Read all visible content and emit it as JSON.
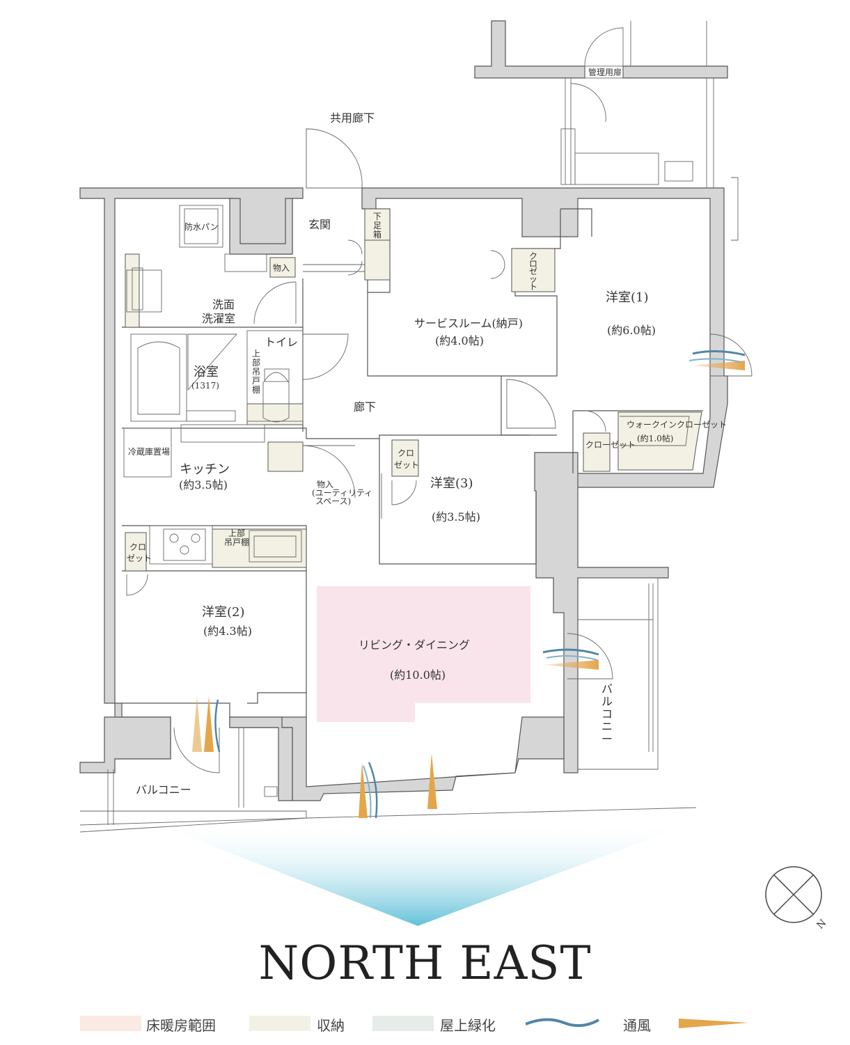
{
  "rooms": {
    "common_corridor": "共用廊下",
    "management_room": "管理用扉",
    "entrance": "玄関",
    "shoe_box": [
      "下",
      "足",
      "箱"
    ],
    "service_room": "サービスルーム(納戸)",
    "service_room_area": "(約4.0帖)",
    "closet_vertical": [
      "ク",
      "ロ",
      "ゼ",
      "ッ",
      "ト"
    ],
    "western1": "洋室(1)",
    "western1_area": "(約6.0帖)",
    "waterproof_pan": "防水パン",
    "storage_small": "物入",
    "washroom_line1": "洗面",
    "washroom_line2": "洗濯室",
    "toilet": "トイレ",
    "upper_cabinet_vertical": [
      "上",
      "部",
      "吊",
      "戸",
      "棚"
    ],
    "bathroom": "浴室",
    "bathroom_size": "(1317)",
    "hallway": "廊下",
    "walk_in_closet": "ウォークインクローゼット",
    "walk_in_closet_area": "(約1.0帖)",
    "closet_small": "クローゼット",
    "fridge_space": "冷蔵庫置場",
    "kitchen": "キッチン",
    "kitchen_area": "(約3.5帖)",
    "utility_storage": "物入",
    "utility_storage_note1": "(ユーティリティ",
    "utility_storage_note2": "スペース)",
    "closet_two_line": [
      "クロ",
      "ゼット"
    ],
    "western3": "洋室(3)",
    "western3_area": "(約3.5帖)",
    "upper_cabinet": "上部",
    "upper_cabinet2": "吊戸棚",
    "western2": "洋室(2)",
    "western2_area": "(約4.3帖)",
    "living_dining": "リビング・ダイニング",
    "living_dining_area": "(約10.0帖)",
    "balcony_side_vertical": [
      "バ",
      "ル",
      "コ",
      "ニ",
      "ー"
    ],
    "balcony_bottom": "バルコニー"
  },
  "compass": {
    "north_letter": "N"
  },
  "orientation_title": "NORTH EAST",
  "legend": [
    {
      "label": "床暖房範囲",
      "color": "#fbe9e3"
    },
    {
      "label": "収納",
      "color": "#f3f1e4"
    },
    {
      "label": "屋上緑化",
      "color": "#e6ece8"
    },
    {
      "label": "通風",
      "color": "#4f86a6"
    }
  ],
  "colors": {
    "floor_heating": "#f9e4ec",
    "storage": "#f3f1e4",
    "wall": "#d6d6d6",
    "wind_blue": "#4f86a6",
    "wind_orange": "#e3a64b",
    "orientation_gradient": "#62c1d9"
  }
}
